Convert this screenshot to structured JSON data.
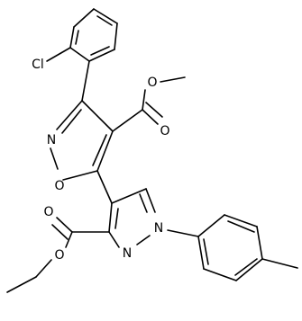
{
  "molecule": {
    "atom_labels": {
      "chlorine": "Cl",
      "isoxazole_nitrogen": "N",
      "isoxazole_oxygen": "O",
      "methyl_ester_ether_oxygen": "O",
      "methyl_ester_carbonyl_oxygen": "O",
      "ethyl_ester_ether_oxygen": "O",
      "ethyl_ester_carbonyl_oxygen": "O",
      "pyrazole_n2": "N",
      "pyrazole_n1": "N"
    }
  }
}
